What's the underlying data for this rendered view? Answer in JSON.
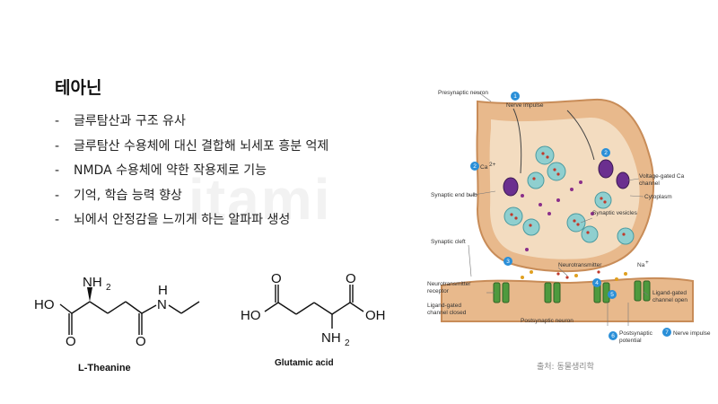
{
  "watermark": "itami",
  "title": "테아닌",
  "bullets": [
    {
      "marker": "-",
      "text": "글루탐산과 구조 유사"
    },
    {
      "marker": "-",
      "text": "글루탐산 수용체에 대신 결합해 뇌세포 흥분 억제"
    },
    {
      "marker": "-",
      "text": "NMDA 수용체에 약한 작용제로 기능"
    },
    {
      "marker": "-",
      "text": "기억, 학습 능력 향상"
    },
    {
      "marker": "-",
      "text": "뇌에서 안정감을 느끼게 하는 알파파 생성"
    }
  ],
  "theanine": {
    "caption": "L-Theanine",
    "labels": {
      "ho": "HO",
      "nh2": "NH",
      "nh2_sub": "2",
      "nh": "N",
      "h": "H",
      "o1": "O",
      "o2": "O"
    }
  },
  "glutamic": {
    "caption": "Glutamic acid",
    "labels": {
      "ho1": "HO",
      "oh": "OH",
      "nh2": "NH",
      "nh2_sub": "2",
      "o1": "O",
      "o2": "O"
    }
  },
  "diagram": {
    "labels": {
      "presynaptic": "Presynaptic neuron",
      "nerve_impulse": "Nerve impulse",
      "ca1": "Ca",
      "ca_sup": "2+",
      "voltage_gated": "Voltage-gated Ca",
      "channel": "channel",
      "cytoplasm": "Cytoplasm",
      "synaptic_end_bulb": "Synaptic end bulb",
      "synaptic_vesicles": "Synaptic vesicles",
      "synaptic_cleft": "Synaptic cleft",
      "neurotransmitter": "Neurotransmitter",
      "na": "Na",
      "na_sup": "+",
      "nt_receptor_1": "Neurotransmitter",
      "nt_receptor_2": "receptor",
      "ligand_open_1": "Ligand-gated",
      "ligand_open_2": "channel open",
      "ligand_closed_1": "Ligand-gated",
      "ligand_closed_2": "channel closed",
      "postsynaptic": "Postsynaptic neuron",
      "potential_1": "Postsynaptic",
      "potential_2": "potential",
      "nerve_impulse_out": "Nerve impulse"
    },
    "steps": [
      "1",
      "2",
      "2",
      "3",
      "4",
      "5",
      "6",
      "7"
    ]
  },
  "source": "출처: 동물생리학",
  "colors": {
    "step_badge": "#2a8fd8",
    "membrane": "#e8b98c",
    "vesicle": "#8a2e8a",
    "receptor": "#4e9a3e"
  }
}
